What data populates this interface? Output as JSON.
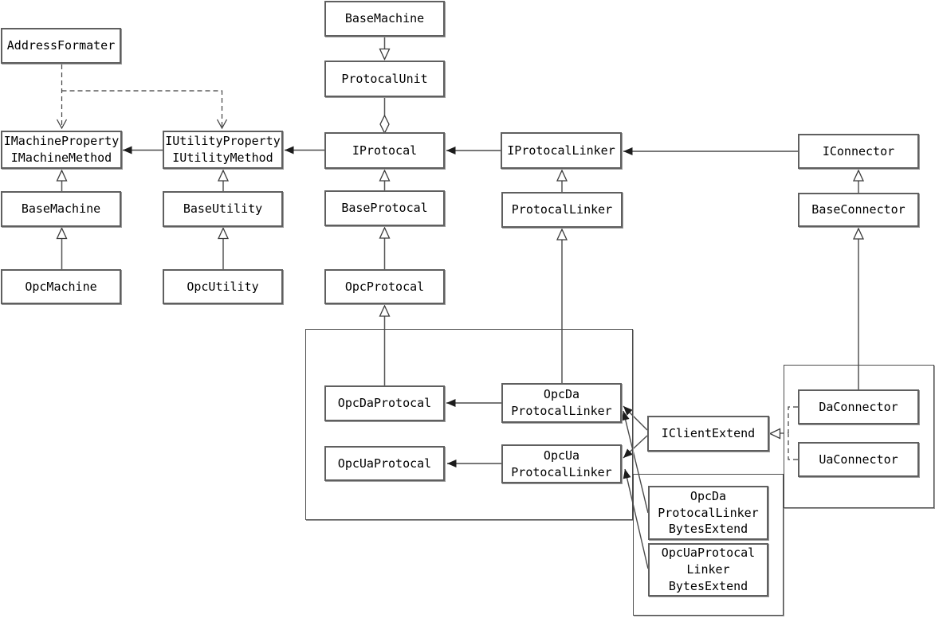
{
  "diagram": {
    "colors": {
      "background": "#ffffff",
      "box_border": "#5f5f5f",
      "group_border": "#4c4c4c",
      "line": "#4a4a4a",
      "arrow_fill": "#1c1c1c",
      "text": "#000000"
    },
    "nodes": {
      "addressFormater": {
        "label": "AddressFormater"
      },
      "baseMachineTop": {
        "label": "BaseMachine"
      },
      "protocalUnit": {
        "label": "ProtocalUnit"
      },
      "iMachine": {
        "lines": [
          "IMachineProperty",
          "IMachineMethod"
        ]
      },
      "iUtility": {
        "lines": [
          "IUtilityProperty",
          "IUtilityMethod"
        ]
      },
      "iProtocal": {
        "label": "IProtocal"
      },
      "iProtocalLinker": {
        "label": "IProtocalLinker"
      },
      "iConnector": {
        "label": "IConnector"
      },
      "baseMachine": {
        "label": "BaseMachine"
      },
      "baseUtility": {
        "label": "BaseUtility"
      },
      "baseProtocal": {
        "label": "BaseProtocal"
      },
      "protocalLinker": {
        "label": "ProtocalLinker"
      },
      "baseConnector": {
        "label": "BaseConnector"
      },
      "opcMachine": {
        "label": "OpcMachine"
      },
      "opcUtility": {
        "label": "OpcUtility"
      },
      "opcProtocal": {
        "label": "OpcProtocal"
      },
      "opcDaProtocal": {
        "label": "OpcDaProtocal"
      },
      "opcDaLinker": {
        "lines": [
          "OpcDa",
          "ProtocalLinker"
        ]
      },
      "opcUaProtocal": {
        "label": "OpcUaProtocal"
      },
      "opcUaLinker": {
        "lines": [
          "OpcUa",
          "ProtocalLinker"
        ]
      },
      "iClientExtend": {
        "label": "IClientExtend"
      },
      "daConnector": {
        "label": "DaConnector"
      },
      "uaConnector": {
        "label": "UaConnector"
      },
      "opcDaBytes": {
        "lines": [
          "OpcDa",
          "ProtocalLinker",
          "BytesExtend"
        ]
      },
      "opcUaBytes": {
        "lines": [
          "OpcUaProtocal",
          "Linker",
          "BytesExtend"
        ]
      }
    },
    "edges": [
      {
        "from": "AddressFormater",
        "to": "IMachineProperty IMachineMethod",
        "type": "dependency-dashed"
      },
      {
        "from": "AddressFormater",
        "to": "IUtilityProperty IUtilityMethod",
        "type": "dependency-dashed"
      },
      {
        "from": "IUtilityProperty IUtilityMethod",
        "to": "IMachineProperty IMachineMethod",
        "type": "association-arrow"
      },
      {
        "from": "IProtocal",
        "to": "IUtilityProperty IUtilityMethod",
        "type": "association-arrow"
      },
      {
        "from": "IProtocalLinker",
        "to": "IProtocal",
        "type": "association-arrow"
      },
      {
        "from": "IConnector",
        "to": "IProtocalLinker",
        "type": "association-arrow"
      },
      {
        "from": "BaseMachine",
        "to": "ProtocalUnit",
        "type": "generalization-down"
      },
      {
        "from": "ProtocalUnit",
        "to": "IProtocal",
        "type": "aggregation-diamond"
      },
      {
        "from": "BaseMachine",
        "to": "IMachineProperty IMachineMethod",
        "type": "generalization"
      },
      {
        "from": "OpcMachine",
        "to": "BaseMachine",
        "type": "generalization"
      },
      {
        "from": "BaseUtility",
        "to": "IUtilityProperty IUtilityMethod",
        "type": "generalization"
      },
      {
        "from": "OpcUtility",
        "to": "BaseUtility",
        "type": "generalization"
      },
      {
        "from": "BaseProtocal",
        "to": "IProtocal",
        "type": "generalization"
      },
      {
        "from": "OpcProtocal",
        "to": "BaseProtocal",
        "type": "generalization"
      },
      {
        "from": "ProtocalLinker",
        "to": "IProtocalLinker",
        "type": "generalization"
      },
      {
        "from": "BaseConnector",
        "to": "IConnector",
        "type": "generalization"
      },
      {
        "from": "OpcDaProtocal",
        "to": "OpcProtocal",
        "type": "generalization"
      },
      {
        "from": "OpcDa ProtocalLinker",
        "to": "ProtocalLinker",
        "type": "generalization"
      },
      {
        "from": "DaConnector",
        "to": "BaseConnector",
        "type": "generalization"
      },
      {
        "from": "OpcDa ProtocalLinker",
        "to": "OpcDaProtocal",
        "type": "association-arrow"
      },
      {
        "from": "OpcUa ProtocalLinker",
        "to": "OpcUaProtocal",
        "type": "association-arrow"
      },
      {
        "from": "IClientExtend",
        "to": "OpcDa ProtocalLinker",
        "type": "association-arrow"
      },
      {
        "from": "IClientExtend",
        "to": "OpcUa ProtocalLinker",
        "type": "association-arrow"
      },
      {
        "from": "OpcDa ProtocalLinker BytesExtend",
        "to": "OpcDa ProtocalLinker",
        "type": "association-arrow"
      },
      {
        "from": "OpcUaProtocal Linker BytesExtend",
        "to": "OpcUa ProtocalLinker",
        "type": "association-arrow"
      },
      {
        "from": "DaConnector",
        "to": "IClientExtend",
        "type": "realization-dashed"
      },
      {
        "from": "UaConnector",
        "to": "IClientExtend",
        "type": "realization-dashed"
      }
    ]
  }
}
